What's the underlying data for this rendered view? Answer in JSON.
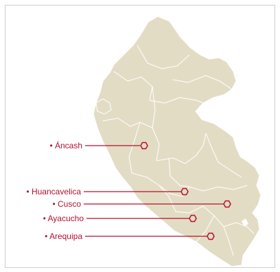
{
  "colors": {
    "land": "#e3dcc5",
    "border": "#ffffff",
    "accent": "#b2102f",
    "frame": "#cfcfcf"
  },
  "markers": [
    {
      "label": "• Áncash",
      "icon": "hexagon-marker-icon"
    },
    {
      "label": "• Huancavelica",
      "icon": "hexagon-marker-icon"
    },
    {
      "label": "• Cusco",
      "icon": "hexagon-marker-icon"
    },
    {
      "label": "• Ayacucho",
      "icon": "hexagon-marker-icon"
    },
    {
      "label": "• Arequipa",
      "icon": "hexagon-marker-icon"
    }
  ]
}
